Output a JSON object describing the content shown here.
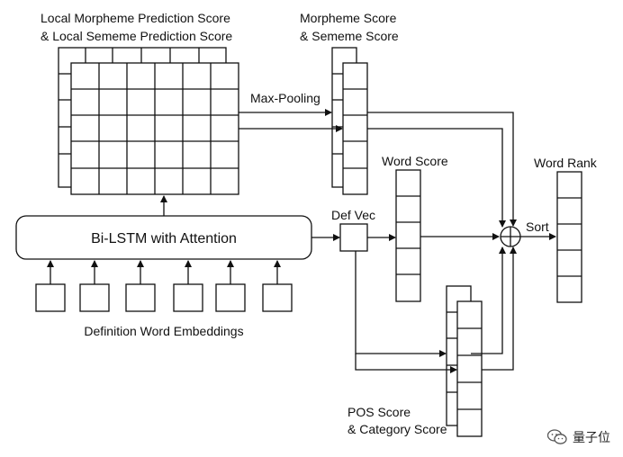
{
  "labels": {
    "local_score_line1": "Local Morpheme Prediction Score",
    "local_score_line2": "& Local Sememe Prediction Score",
    "morpheme_score_line1": "Morpheme Score",
    "morpheme_score_line2": "& Sememe Score",
    "max_pooling": "Max-Pooling",
    "bilstm": "Bi-LSTM with Attention",
    "def_vec": "Def Vec",
    "word_score": "Word Score",
    "word_rank": "Word Rank",
    "sort": "Sort",
    "definition_embeddings": "Definition Word Embeddings",
    "pos_score_line1": "POS Score",
    "pos_score_line2": "& Category Score"
  },
  "watermark": {
    "text": "量子位",
    "icon": "wechat-icon"
  }
}
